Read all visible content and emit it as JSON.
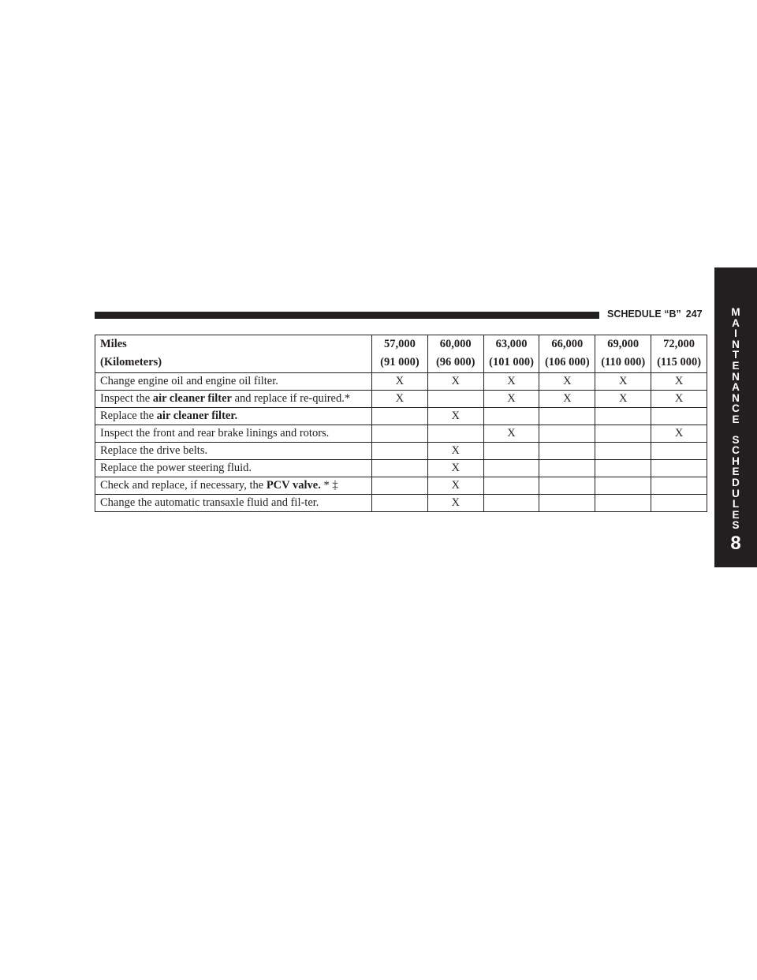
{
  "header": {
    "section_title": "SCHEDULE “B”",
    "page_number": "247"
  },
  "side_tab": {
    "letters": [
      "M",
      "A",
      "I",
      "N",
      "T",
      "E",
      "N",
      "A",
      "N",
      "C",
      "E",
      "",
      "S",
      "C",
      "H",
      "E",
      "D",
      "U",
      "L",
      "E",
      "S"
    ],
    "chapter_number": "8"
  },
  "table": {
    "header_label_miles": "Miles",
    "header_label_km": "(Kilometers)",
    "columns": [
      {
        "miles": "57,000",
        "km": "(91 000)"
      },
      {
        "miles": "60,000",
        "km": "(96 000)"
      },
      {
        "miles": "63,000",
        "km": "(101 000)"
      },
      {
        "miles": "66,000",
        "km": "(106 000)"
      },
      {
        "miles": "69,000",
        "km": "(110 000)"
      },
      {
        "miles": "72,000",
        "km": "(115 000)"
      }
    ],
    "rows": [
      {
        "text_before": "Change engine oil and engine oil filter.",
        "bold": "",
        "text_after": "",
        "marks": [
          "X",
          "X",
          "X",
          "X",
          "X",
          "X"
        ]
      },
      {
        "text_before": "Inspect the ",
        "bold": "air cleaner filter",
        "text_after": " and replace if re-quired.*",
        "marks": [
          "X",
          "",
          "X",
          "X",
          "X",
          "X"
        ]
      },
      {
        "text_before": "Replace the ",
        "bold": "air cleaner filter.",
        "text_after": "",
        "marks": [
          "",
          "X",
          "",
          "",
          "",
          ""
        ]
      },
      {
        "text_before": "Inspect the front and rear brake linings and rotors.",
        "bold": "",
        "text_after": "",
        "marks": [
          "",
          "",
          "X",
          "",
          "",
          "X"
        ]
      },
      {
        "text_before": "Replace the drive belts.",
        "bold": "",
        "text_after": "",
        "marks": [
          "",
          "X",
          "",
          "",
          "",
          ""
        ]
      },
      {
        "text_before": "Replace the power steering fluid.",
        "bold": "",
        "text_after": "",
        "marks": [
          "",
          "X",
          "",
          "",
          "",
          ""
        ]
      },
      {
        "text_before": "Check and replace, if necessary, the ",
        "bold": "PCV valve.",
        "text_after": " * ‡",
        "marks": [
          "",
          "X",
          "",
          "",
          "",
          ""
        ]
      },
      {
        "text_before": "Change the automatic transaxle fluid and fil-ter.",
        "bold": "",
        "text_after": "",
        "marks": [
          "",
          "X",
          "",
          "",
          "",
          ""
        ]
      }
    ]
  }
}
